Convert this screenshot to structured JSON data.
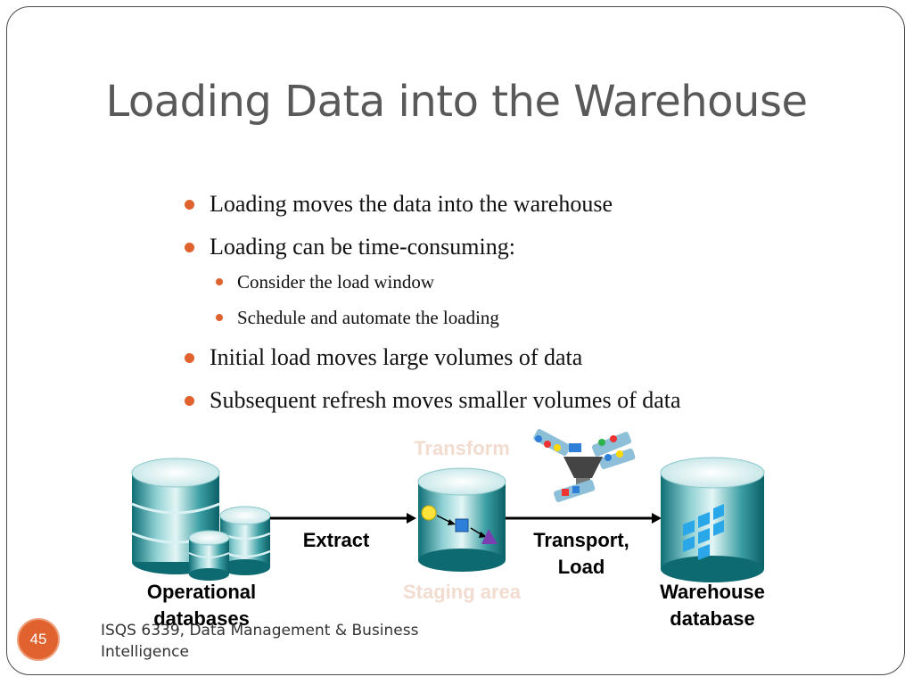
{
  "slide": {
    "title": "Loading Data into the Warehouse",
    "bullets": [
      {
        "text": "Loading moves the data into the warehouse"
      },
      {
        "text": "Loading can be time-consuming:",
        "sub": [
          {
            "text": "Consider the load window"
          },
          {
            "text": "Schedule and automate the loading"
          }
        ]
      },
      {
        "text": "Initial load moves large volumes of data"
      },
      {
        "text": "Subsequent refresh moves smaller volumes of data"
      }
    ]
  },
  "diagram": {
    "transform_label": "Transform",
    "extract_label": "Extract",
    "transport_label_line1": "Transport,",
    "transport_label_line2": "Load",
    "staging_label": "Staging area",
    "operational_line1": "Operational",
    "operational_line2": "databases",
    "warehouse_line1": "Warehouse",
    "warehouse_line2": "database"
  },
  "footer": {
    "text": "ISQS 6339, Data Management & Business Intelligence",
    "page_number": "45"
  },
  "colors": {
    "accent": "#e0622e",
    "title": "#595959",
    "teal": "#127f86",
    "ghost_label": "#f2dccf"
  },
  "icons": [
    "cylinder-database-icon",
    "transform-machine-icon",
    "yellow-sphere-icon",
    "blue-cube-icon",
    "purple-pyramid-icon",
    "warehouse-cube-icon"
  ]
}
